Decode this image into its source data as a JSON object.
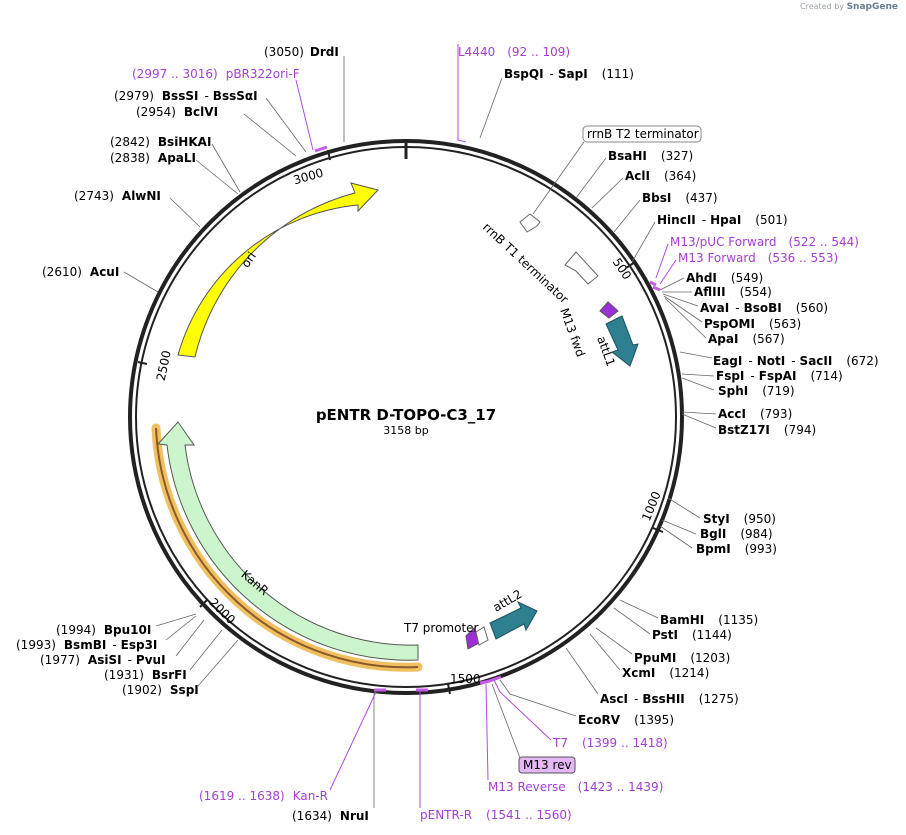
{
  "watermark": {
    "prefix": "Created by",
    "brand": "SnapGene"
  },
  "map": {
    "title": "pENTR D-TOPO-C3_17",
    "size": "3158 bp"
  },
  "ticks": [
    "500",
    "1000",
    "1500",
    "2000",
    "2500",
    "3000"
  ],
  "features": {
    "rrnB_T2": "rrnB T2 terminator",
    "rrnB_T1": "rrnB T1 terminator",
    "M13fwd": "M13 fwd",
    "attL1": "attL1",
    "T7promoter": "T7 promoter",
    "attL2": "attL2",
    "KanR": "KanR",
    "ori": "ori"
  },
  "sites": {
    "DrdI": {
      "pos": "(3050)",
      "name": "DrdI"
    },
    "BspQI": {
      "pos": "(111)",
      "name1": "BspQI",
      "sep": "-",
      "name2": "SapI"
    },
    "BssSI": {
      "pos": "(2979)",
      "name1": "BssSI",
      "sep": "-",
      "name2": "BssSαI"
    },
    "BclVI": {
      "pos": "(2954)",
      "name": "BclVI"
    },
    "BsiHKAI": {
      "pos": "(2842)",
      "name": "BsiHKAI"
    },
    "ApaLI": {
      "pos": "(2838)",
      "name": "ApaLI"
    },
    "AlwNI": {
      "pos": "(2743)",
      "name": "AlwNI"
    },
    "AcuI": {
      "pos": "(2610)",
      "name": "AcuI"
    },
    "BsaHI": {
      "pos": "(327)",
      "name": "BsaHI"
    },
    "AclI": {
      "pos": "(364)",
      "name": "AclI"
    },
    "BbsI": {
      "pos": "(437)",
      "name": "BbsI"
    },
    "HincII": {
      "pos": "(501)",
      "name1": "HincII",
      "sep": "-",
      "name2": "HpaI"
    },
    "AhdI": {
      "pos": "(549)",
      "name": "AhdI"
    },
    "AflIII": {
      "pos": "(554)",
      "name": "AflIII"
    },
    "AvaI": {
      "pos": "(560)",
      "name1": "AvaI",
      "sep": "-",
      "name2": "BsoBI"
    },
    "PspOMI": {
      "pos": "(563)",
      "name": "PspOMI"
    },
    "ApaI": {
      "pos": "(567)",
      "name": "ApaI"
    },
    "EagI": {
      "pos": "(672)",
      "name1": "EagI",
      "sep": "-",
      "name2": "NotI",
      "sep2": "-",
      "name3": "SacII"
    },
    "FspI": {
      "pos": "(714)",
      "name1": "FspI",
      "sep": "-",
      "name2": "FspAI"
    },
    "SphI": {
      "pos": "(719)",
      "name": "SphI"
    },
    "AccI": {
      "pos": "(793)",
      "name": "AccI"
    },
    "BstZ17I": {
      "pos": "(794)",
      "name": "BstZ17I"
    },
    "StyI": {
      "pos": "(950)",
      "name": "StyI"
    },
    "BglI": {
      "pos": "(984)",
      "name": "BglI"
    },
    "BpmI": {
      "pos": "(993)",
      "name": "BpmI"
    },
    "BamHI": {
      "pos": "(1135)",
      "name": "BamHI"
    },
    "PstI": {
      "pos": "(1144)",
      "name": "PstI"
    },
    "PpuMI": {
      "pos": "(1203)",
      "name": "PpuMI"
    },
    "XcmI": {
      "pos": "(1214)",
      "name": "XcmI"
    },
    "AscI": {
      "pos": "(1275)",
      "name1": "AscI",
      "sep": "-",
      "name2": "BssHII"
    },
    "EcoRV": {
      "pos": "(1395)",
      "name": "EcoRV"
    },
    "NruI": {
      "pos": "(1634)",
      "name": "NruI"
    },
    "Bpu10I": {
      "pos": "(1994)",
      "name": "Bpu10I"
    },
    "BsmBI": {
      "pos": "(1993)",
      "name1": "BsmBI",
      "sep": "-",
      "name2": "Esp3I"
    },
    "AsiSI": {
      "pos": "(1977)",
      "name1": "AsiSI",
      "sep": "-",
      "name2": "PvuI"
    },
    "BsrFI": {
      "pos": "(1931)",
      "name": "BsrFI"
    },
    "SspI": {
      "pos": "(1902)",
      "name": "SspI"
    }
  },
  "primers": {
    "L4440": {
      "name": "L4440",
      "range": "(92 .. 109)"
    },
    "pBR322": {
      "range": "(2997 .. 3016)",
      "name": "pBR322ori-F"
    },
    "M13pUC": {
      "name": "M13/pUC Forward",
      "range": "(522 .. 544)"
    },
    "M13F": {
      "name": "M13 Forward",
      "range": "(536 .. 553)"
    },
    "T7": {
      "name": "T7",
      "range": "(1399 .. 1418)"
    },
    "M13rev": {
      "name": "M13 rev"
    },
    "M13Reverse": {
      "name": "M13 Reverse",
      "range": "(1423 .. 1439)"
    },
    "KanR": {
      "range": "(1619 .. 1638)",
      "name": "Kan-R"
    },
    "pENTRR": {
      "name": "pENTR-R",
      "range": "(1541 .. 1560)"
    }
  },
  "colors": {
    "backbone": "#222222",
    "ori": "#ffff00",
    "KanR": "#ccf5cc",
    "KanR_outline": "#f0c060",
    "attL": "#2e7f8f",
    "primer": "#a33fd1",
    "M13rev_box": "#e5b8f5"
  }
}
